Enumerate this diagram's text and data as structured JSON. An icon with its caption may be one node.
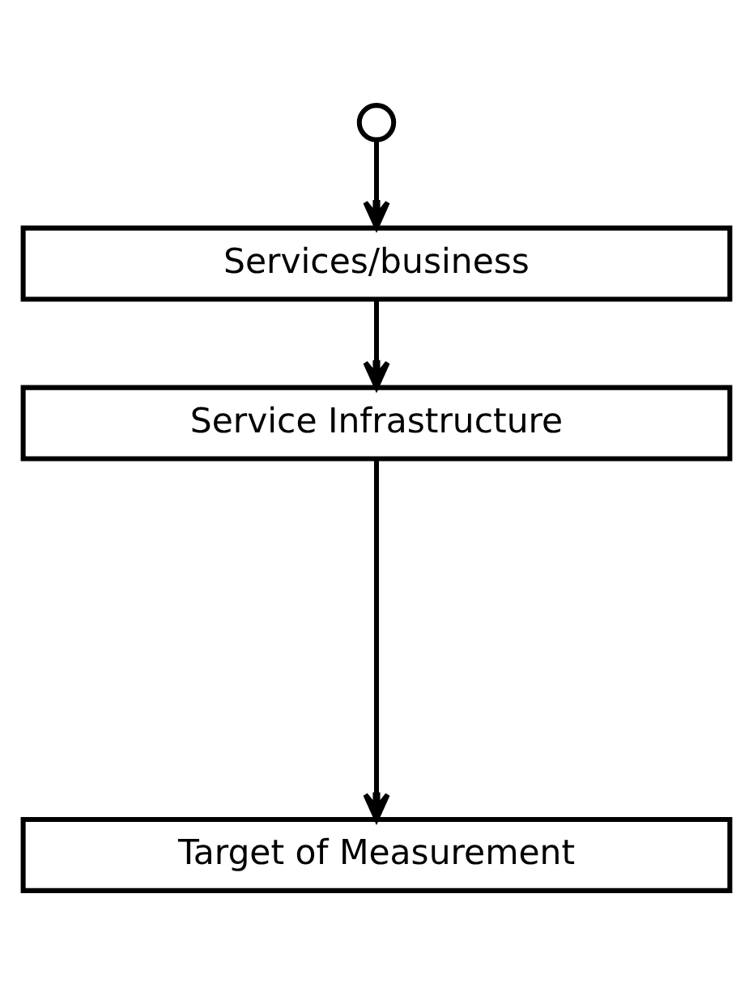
{
  "diagram": {
    "nodes": [
      {
        "text": [],
        "shape": "circle"
      },
      {
        "text": [
          "Services/business"
        ]
      },
      {
        "text": [
          "Service Infrastructure"
        ]
      },
      {
        "text": [
          "Target of Measurement"
        ]
      }
    ],
    "edges": [
      {
        "from": 0,
        "to": 1,
        "arrow": "to"
      },
      {
        "from": 1,
        "to": 2,
        "arrow": "to"
      },
      {
        "from": 2,
        "to": 3,
        "arrow": "to"
      }
    ]
  }
}
